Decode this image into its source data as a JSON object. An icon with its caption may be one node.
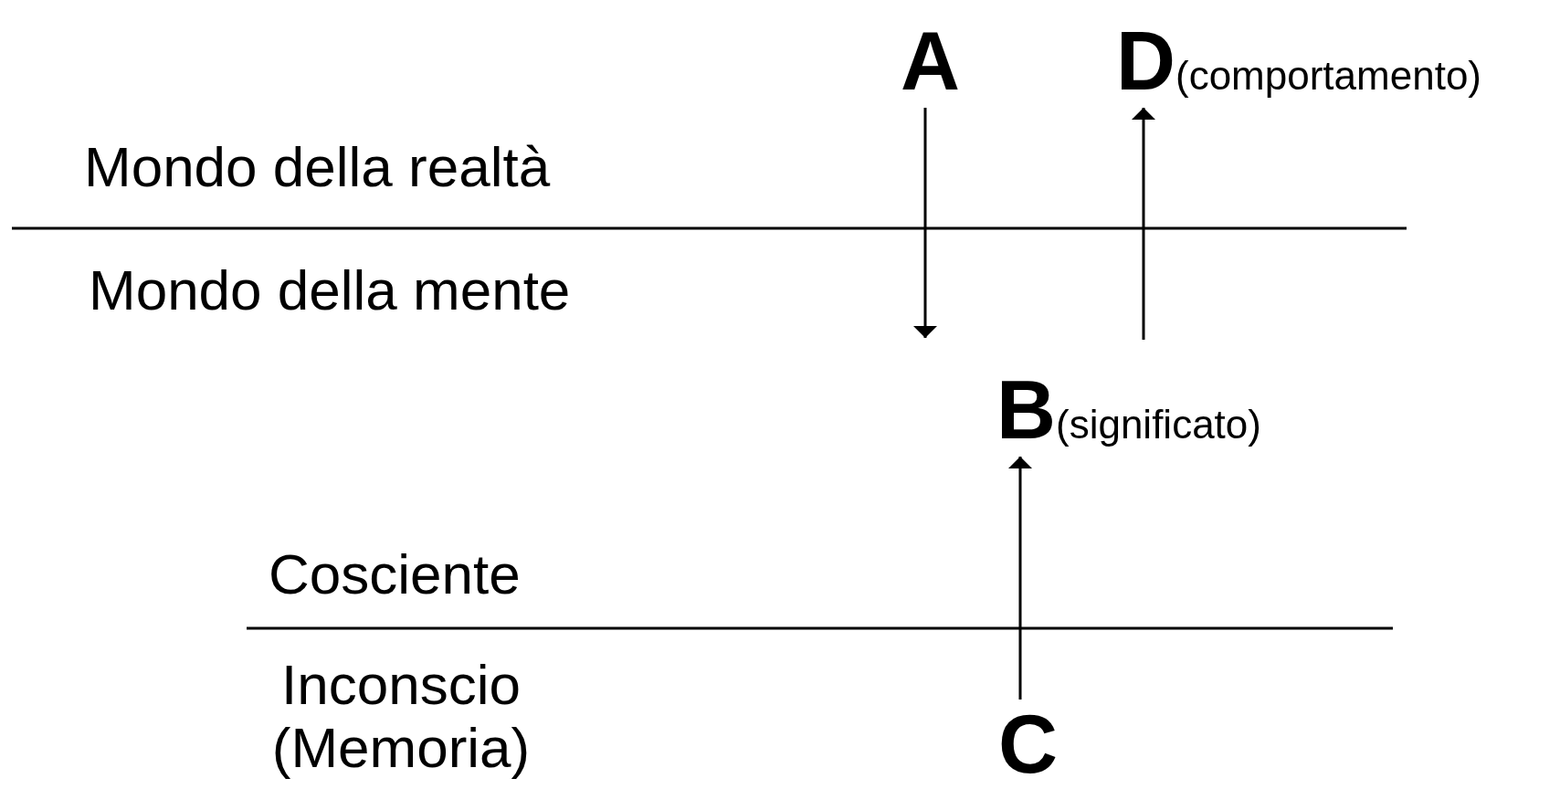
{
  "diagram": {
    "nodes": [
      {
        "text": [
          "A"
        ]
      },
      {
        "text": [
          "D"
        ],
        "beside": [
          "(comportamento)"
        ]
      },
      {
        "text": [
          "B"
        ],
        "beside": [
          "(significato)"
        ]
      },
      {
        "text": [
          "C"
        ]
      }
    ],
    "edges": [
      {
        "from": 0,
        "to": null,
        "arrow": "to"
      },
      {
        "from": null,
        "to": 1,
        "arrow": "to"
      },
      {
        "from": 3,
        "to": 2,
        "arrow": "to"
      }
    ],
    "labels": [
      "Mondo della realtà",
      "Mondo della mente",
      "Cosciente",
      "Inconscio (Memoria)"
    ]
  }
}
